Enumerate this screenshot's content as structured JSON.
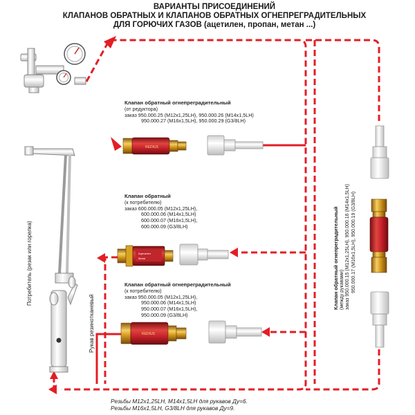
{
  "title": {
    "line1": "ВАРИАНТЫ ПРИСОЕДИНЕНИЙ",
    "line2": "КЛАПАНОВ ОБРАТНЫХ И КЛАПАНОВ ОБРАТНЫХ ОГНЕПРЕГРАДИТЕЛЬНЫХ",
    "line3": "ДЛЯ ГОРЮЧИХ ГАЗОВ (ацетилен, пропан, метан ...)"
  },
  "valve1": {
    "heading": "Клапан обратный огнепреградительный",
    "sub": "(от редуктора)",
    "line1": "заказ 950.000.25 (M12x1,25LH),   950.000.26 (M14x1,5LH)",
    "line2": "950.000.27 (M16x1,5LH),   950.000.29 (G3/8LH)"
  },
  "valve2": {
    "heading": "Клапан обратный",
    "sub": "(к потребителю)",
    "line1": "заказ 600.000.05 (M12x1,25LH),",
    "line2": "600.000.06 (M14x1,5LH)",
    "line3": "600.000.07 (M16x1,5LH),",
    "line4": "600.000.09 (G3/8LH)"
  },
  "valve3": {
    "heading": "Клапан обратный огнепреградительный",
    "sub": "(к потребителю)",
    "line1": "заказ 950.000.05 (M12x1,25LH),",
    "line2": "950.000.06 (M14x1,5LH)",
    "line3": "950.000.07 (M16x1,5LH),",
    "line4": "950.000.09 (G3/8LH)"
  },
  "valve4": {
    "heading": "Клапан обратный огнепреградительный",
    "sub": "(между рукавами)",
    "line1": "заказ 950.000.15 (M12x1,25LH),   950.000.16 (M14x1,5LH)",
    "line2": "950.000.17 (M16x1,5LH),   950.000.19 (G3/8LH)"
  },
  "labels": {
    "consumer": "Потребитель (резак или горелка)",
    "hose": "Рукав резинотканевый"
  },
  "footnote": {
    "line1": "Резьбы M12x1,25LH, M14x1,5LH для рукавов Ду=6.",
    "line2": "Резьбы M16x1,5LH, G3/8LH для рукавов Ду=9."
  },
  "colors": {
    "line": "#e31e24",
    "valve_red": "#c8202a",
    "brass": "#d9a321"
  }
}
